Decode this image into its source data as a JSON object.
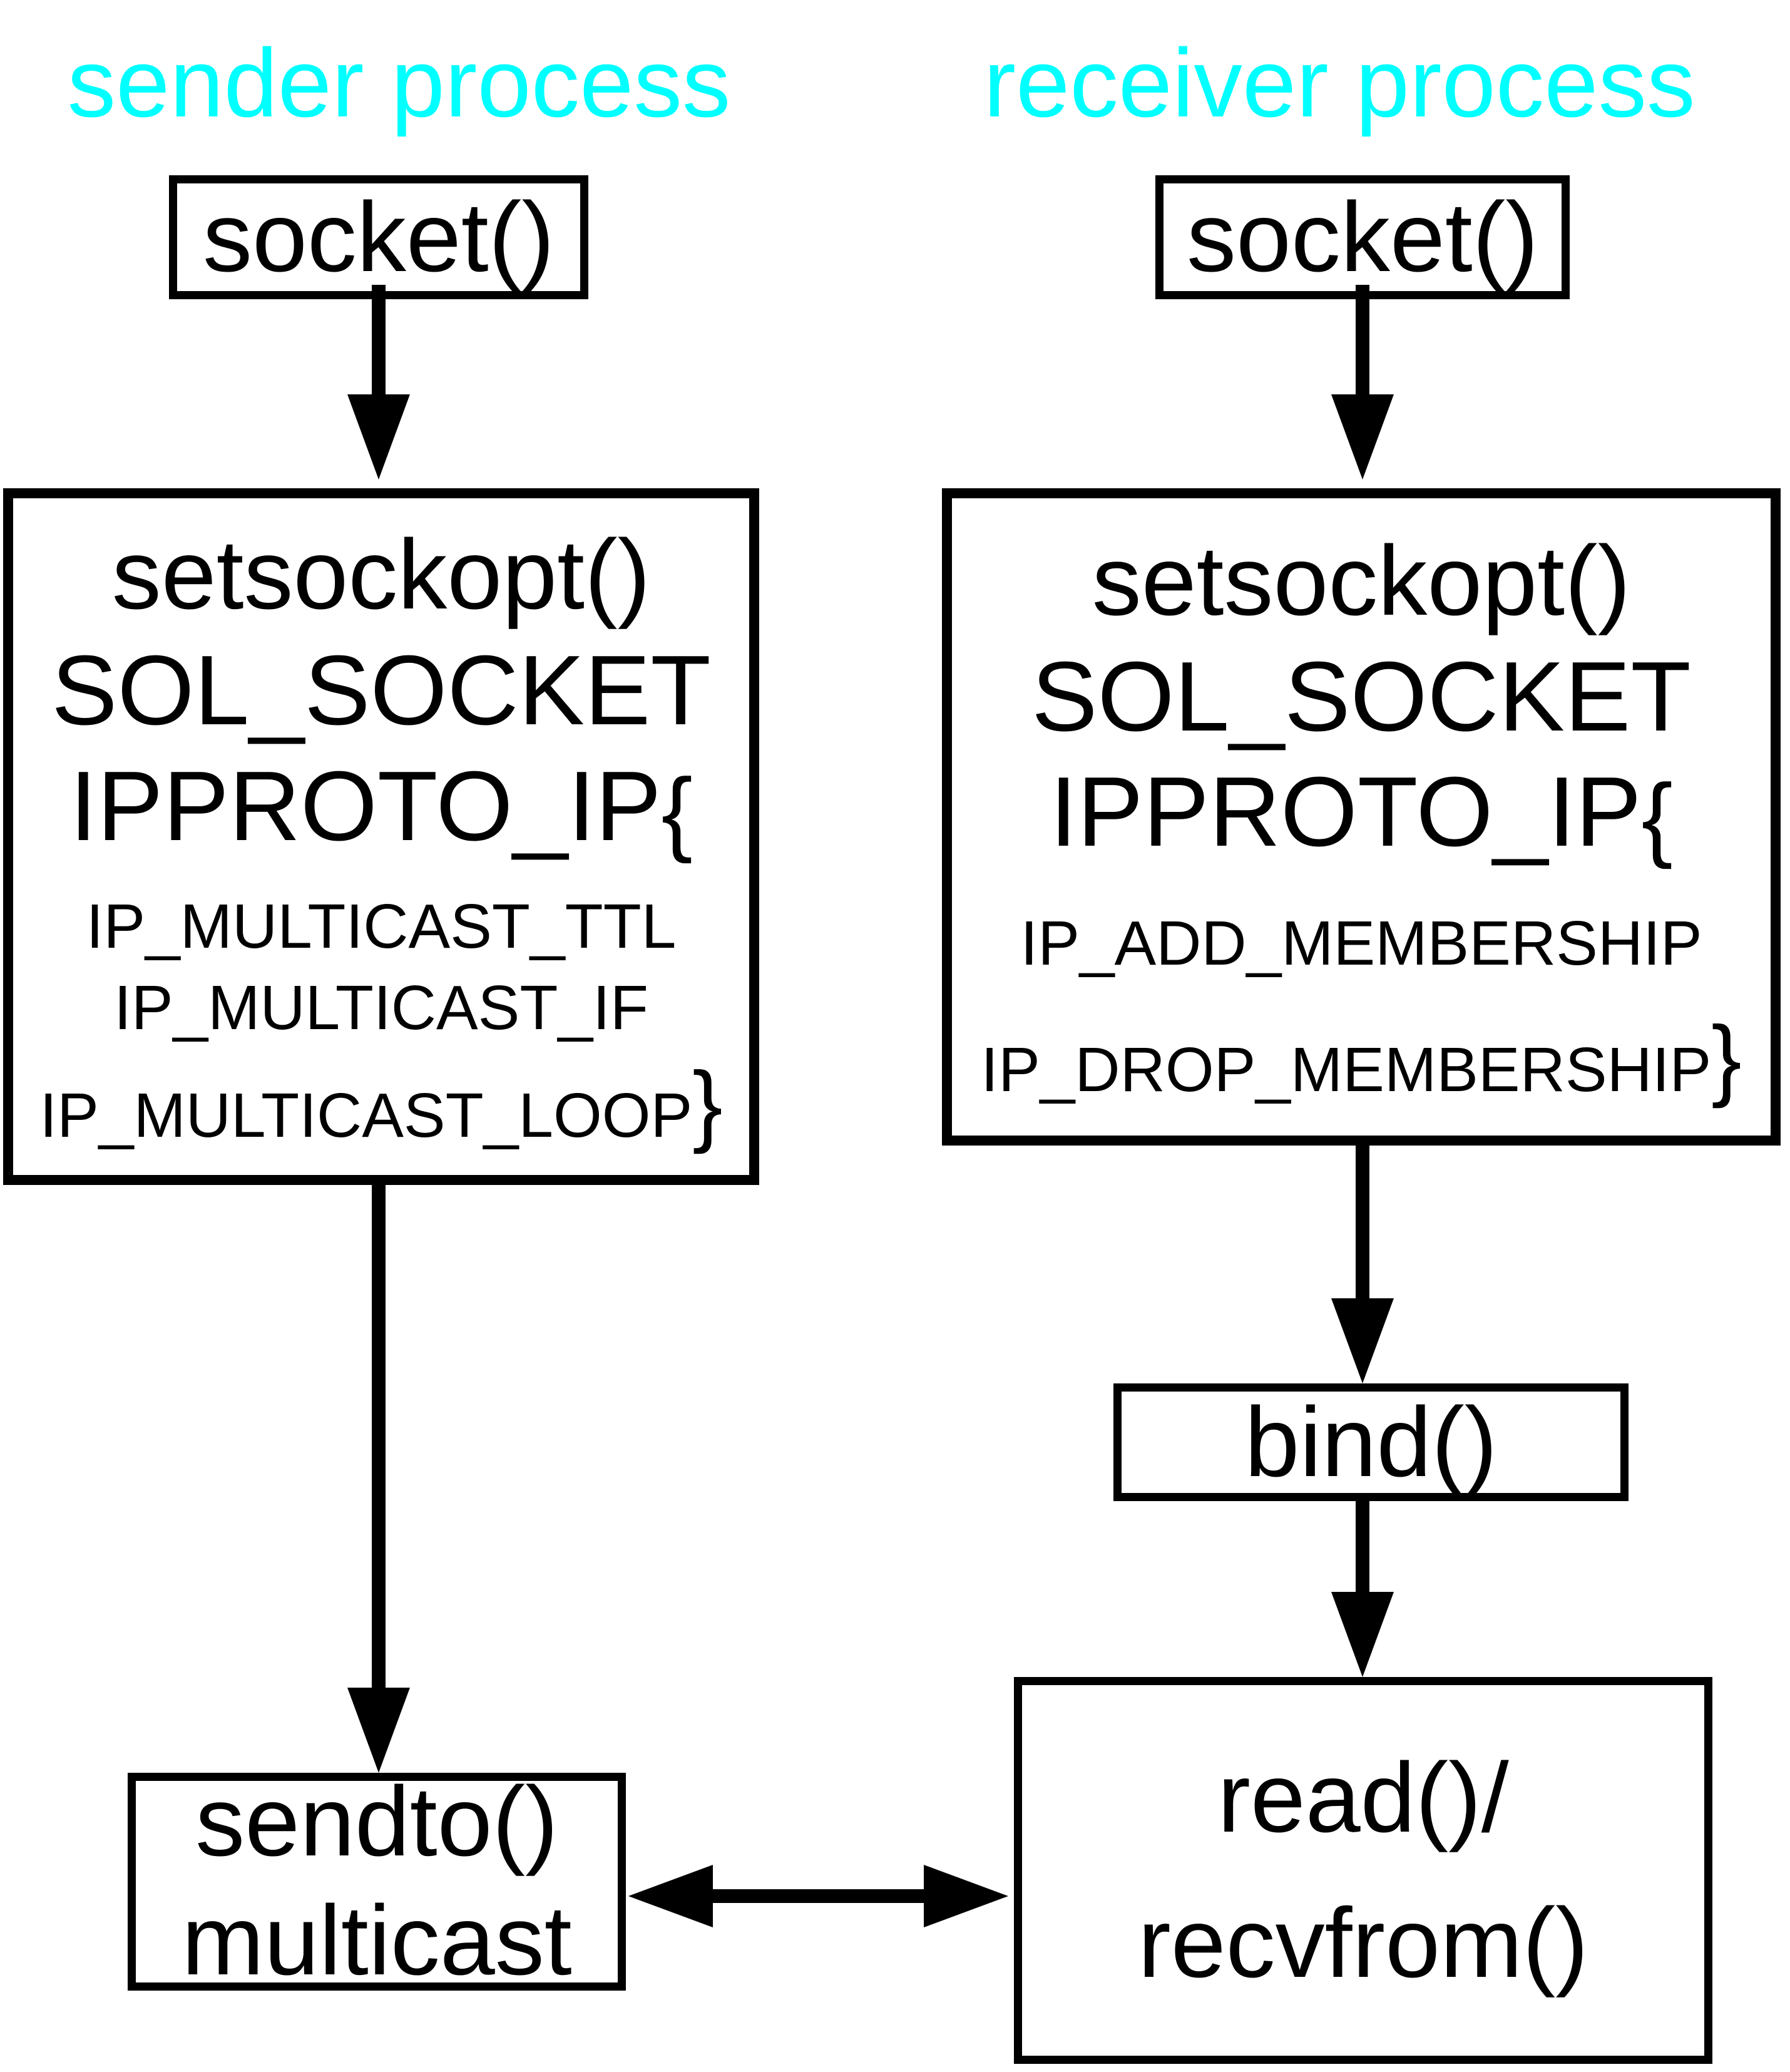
{
  "colors": {
    "accent_cyan": "#00FFFF",
    "ink": "#000000",
    "background": "#FFFFFF"
  },
  "labels": {
    "sender": "sender process",
    "receiver": "receiver process"
  },
  "sender": {
    "socket_label": "socket()",
    "setsockopt": {
      "call": "setsockopt()",
      "level": "SOL_SOCKET",
      "proto": "IPPROTO_IP",
      "open_brace": "{",
      "options": [
        "IP_MULTICAST_TTL",
        "IP_MULTICAST_IF",
        "IP_MULTICAST_LOOP"
      ],
      "close_brace": "}"
    },
    "send_box": {
      "line1": "sendto()",
      "line2": "multicast"
    }
  },
  "receiver": {
    "socket_label": "socket()",
    "setsockopt": {
      "call": "setsockopt()",
      "level": "SOL_SOCKET",
      "proto": "IPPROTO_IP",
      "open_brace": "{",
      "options": [
        "IP_ADD_MEMBERSHIP",
        "IP_DROP_MEMBERSHIP"
      ],
      "close_brace": "}"
    },
    "bind_label": "bind()",
    "read_box": {
      "line1": "read()/",
      "line2": "recvfrom()"
    }
  }
}
